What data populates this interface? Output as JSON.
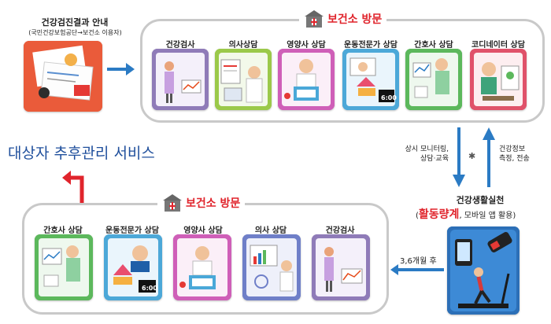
{
  "intro": {
    "title": "건강검진결과 안내",
    "subtitle": "(국민건강보험공단→보건소 이용자)"
  },
  "top_visit": {
    "header": "보건소 방문",
    "services": [
      {
        "label": "건강검사",
        "color": "#8f7bb8"
      },
      {
        "label": "의사상담",
        "color": "#9bc94a"
      },
      {
        "label": "영양사 상담",
        "color": "#cf5fb8"
      },
      {
        "label": "운동전문가 상담",
        "color": "#4ca8d8"
      },
      {
        "label": "간호사 상담",
        "color": "#5cb85c"
      },
      {
        "label": "코디네이터 상담",
        "color": "#e0526a"
      }
    ]
  },
  "followup": {
    "title": "대상자 추후관리 서비스"
  },
  "right_flow": {
    "down_label_1": "상시 모니터링,",
    "down_label_2": "상담·교육",
    "up_label_1": "건강정보",
    "up_label_2": "측정, 전송"
  },
  "practice": {
    "title": "건강생활실천",
    "highlight": "활동량계",
    "suffix": ", 모바일 앱 활용)",
    "open_paren": "("
  },
  "months_label": "3,6개월 후",
  "bottom_visit": {
    "header": "보건소 방문",
    "services": [
      {
        "label": "간호사 상담",
        "color": "#5cb85c"
      },
      {
        "label": "운동전문가 상담",
        "color": "#4ca8d8"
      },
      {
        "label": "영양사 상담",
        "color": "#cf5fb8"
      },
      {
        "label": "의사 상담",
        "color": "#6f7fc8"
      },
      {
        "label": "건강검사",
        "color": "#8f7bb8"
      }
    ]
  },
  "clock_text": "6:00",
  "colors": {
    "red": "#e0242c",
    "blue": "#2b7bc4",
    "frame": "#c9c9c9"
  }
}
